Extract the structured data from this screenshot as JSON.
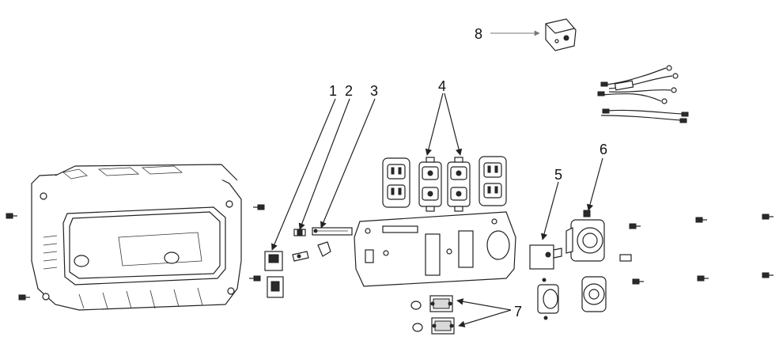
{
  "callouts": [
    {
      "id": "1",
      "label": "1"
    },
    {
      "id": "2",
      "label": "2"
    },
    {
      "id": "3",
      "label": "3"
    },
    {
      "id": "4",
      "label": "4"
    },
    {
      "id": "5",
      "label": "5"
    },
    {
      "id": "6",
      "label": "6"
    },
    {
      "id": "7",
      "label": "7"
    },
    {
      "id": "8",
      "label": "8"
    }
  ],
  "colors": {
    "line": "#222222",
    "background": "#ffffff"
  }
}
